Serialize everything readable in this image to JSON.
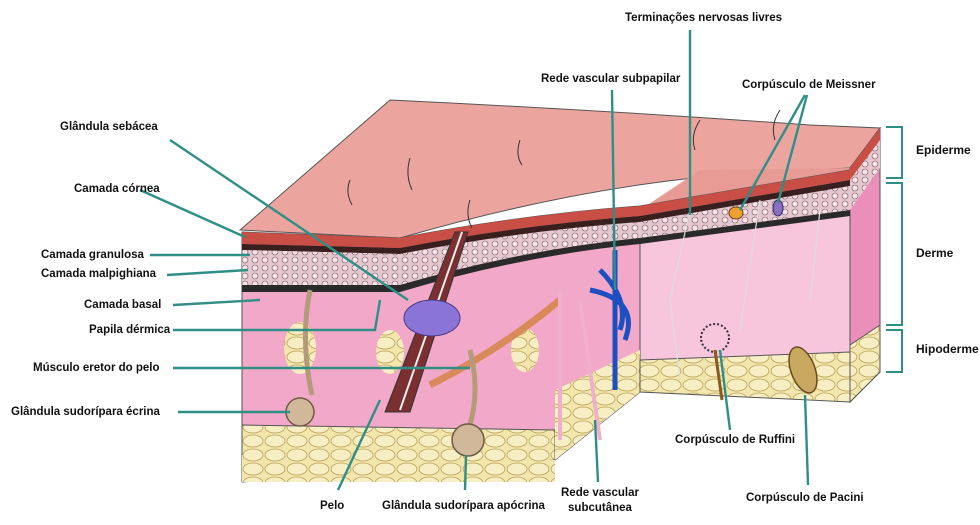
{
  "labels": {
    "glandula_sebacea": "Glândula sebácea",
    "camada_cornea": "Camada córnea",
    "camada_granulosa": "Camada granulosa",
    "camada_malpighiana": "Camada malpighiana",
    "camada_basal": "Camada basal",
    "papila_dermica": "Papila dérmica",
    "musculo_eretor": "Músculo eretor do pelo",
    "glandula_sudoripara_ecrina": "Glândula sudorípara écrina",
    "pelo": "Pelo",
    "glandula_sudoripara_apocrina": "Glândula sudorípara apócrina",
    "rede_vascular_subcutanea_1": "Rede vascular",
    "rede_vascular_subcutanea_2": "subcutânea",
    "rede_vascular_subpapilar": "Rede vascular subpapilar",
    "terminacoes_nervosas_livres": "Terminações nervosas livres",
    "corpusculo_meissner": "Corpúsculo de Meissner",
    "corpusculo_ruffini": "Corpúsculo de Ruffini",
    "corpusculo_pacini": "Corpúsculo de Pacini"
  },
  "layers": {
    "epiderme": "Epiderme",
    "derme": "Derme",
    "hipoderme": "Hipoderme"
  },
  "colors": {
    "leader_line": "#2f8f86",
    "bracket": "#2f8f86",
    "skin_surface": "#e9a09a",
    "dermis": "#f0a6c8",
    "dermis_right": "#f6c3da",
    "hypodermis_fat": "#f0e2a4",
    "vessels": "#1e4fc0"
  }
}
